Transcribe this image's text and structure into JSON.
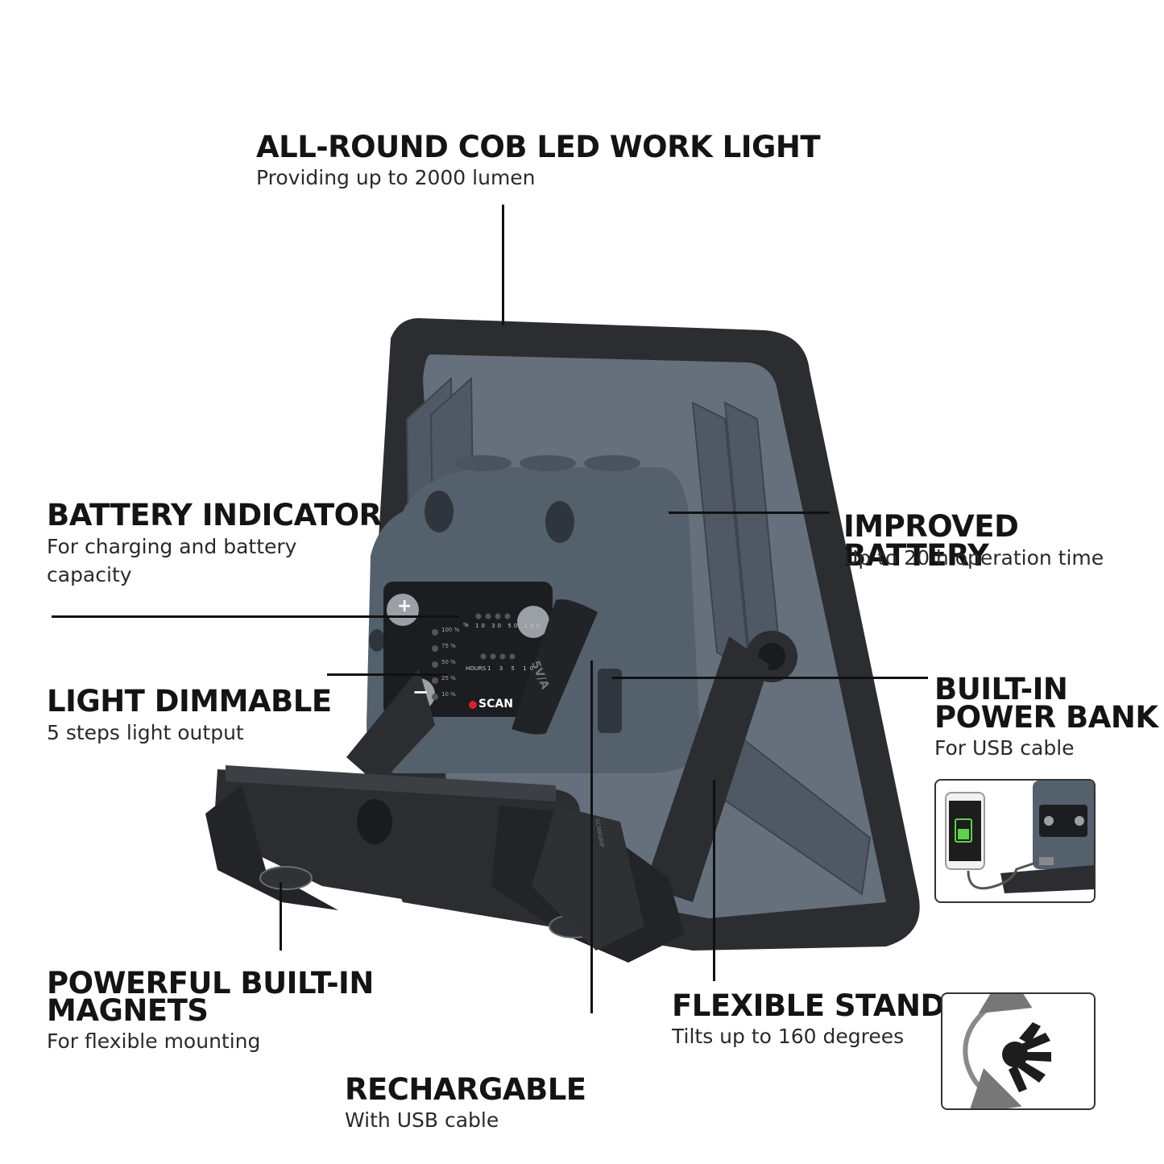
{
  "callouts": {
    "work_light": {
      "title": "ALL-ROUND COB LED WORK LIGHT",
      "subtitle": "Providing up to 2000 lumen"
    },
    "battery_indicator": {
      "title": "BATTERY INDICATOR",
      "subtitle_line1": "For charging and battery",
      "subtitle_line2": "capacity"
    },
    "improved_battery": {
      "title": "IMPROVED BATTERY",
      "subtitle": "Up to 20 h operation time"
    },
    "light_dimmable": {
      "title": "LIGHT DIMMABLE",
      "subtitle": "5 steps light output"
    },
    "power_bank": {
      "title_line1": "BUILT-IN",
      "title_line2": "POWER BANK",
      "subtitle": "For USB cable"
    },
    "magnets": {
      "title_line1": "POWERFUL BUILT-IN",
      "title_line2": "MAGNETS",
      "subtitle": "For flexible mounting"
    },
    "stand": {
      "title": "FLEXIBLE STAND",
      "subtitle": "Tilts up to 160 degrees"
    },
    "rechargeable": {
      "title": "RECHARGABLE",
      "subtitle": "With USB cable"
    }
  },
  "panel": {
    "plus": "+",
    "minus": "−",
    "percent_labels": [
      "100 %",
      "75 %",
      "50 %",
      "25 %",
      "10 %"
    ],
    "percent_sign": "%",
    "battery_scale": [
      "10",
      "30",
      "50",
      "100"
    ],
    "hours_label": "HOURS",
    "hours_scale": [
      "1",
      "3",
      "5",
      "10"
    ],
    "brand": "SCAN",
    "usb_cover_text": "5V/A",
    "stand_label": "SCANGRIP"
  },
  "colors": {
    "housing": "#55606d",
    "frame": "#2b2d30",
    "panel": "#1c1d20",
    "accent_red": "#d8232a"
  }
}
